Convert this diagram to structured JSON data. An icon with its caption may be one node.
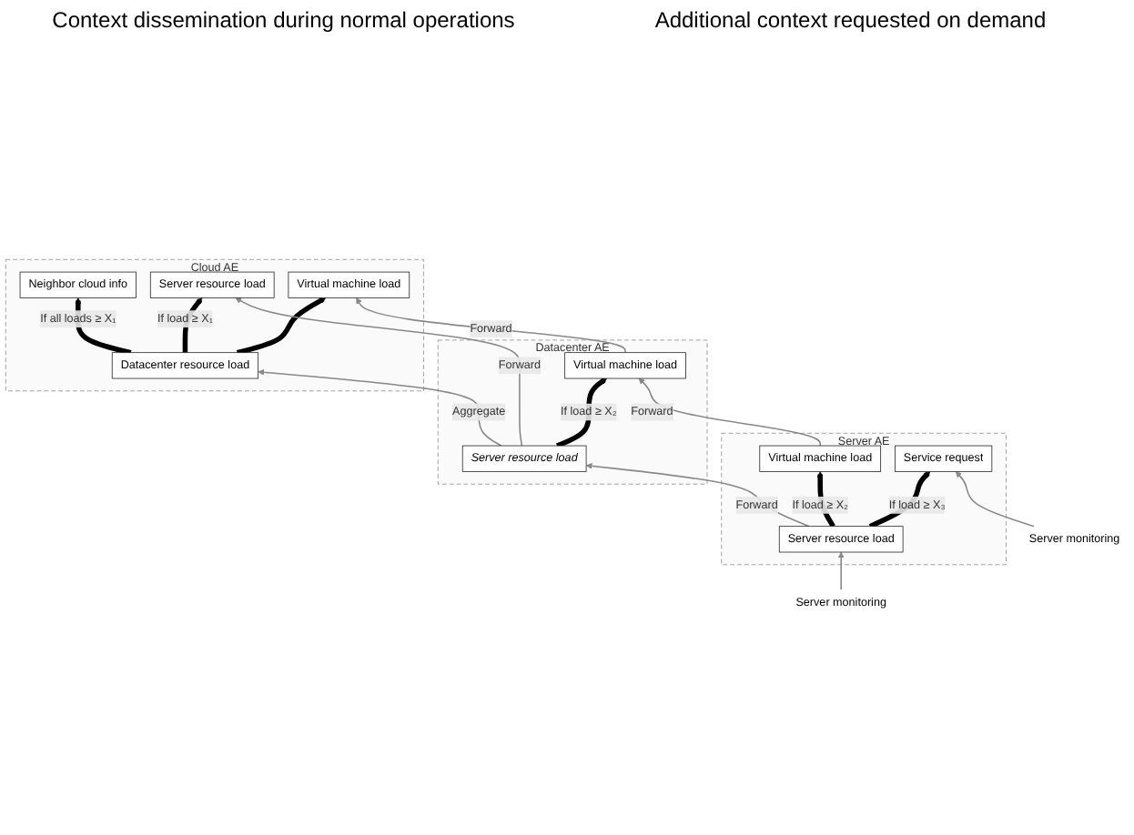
{
  "diagram": {
    "nodes": [
      {
        "text": [
          "Cloud AE"
        ]
      },
      {
        "text": [
          "Datacenter resource load"
        ],
        "in": 0
      },
      {
        "text": [
          "Neighbor cloud info"
        ],
        "in": 0
      },
      {
        "text": [
          "Server resource load"
        ],
        "in": 0
      },
      {
        "text": [
          "Virtual machine load"
        ],
        "in": 0
      },
      {
        "text": [
          "Datacenter AE"
        ]
      },
      {
        "text": [
          "Server resource load"
        ],
        "in": 5
      },
      {
        "text": [
          "Virtual machine load"
        ],
        "in": 5
      },
      {
        "text": [
          "Server AE"
        ]
      },
      {
        "text": [
          "Server resource load"
        ],
        "in": 8
      },
      {
        "text": [
          "Virtual machine load"
        ],
        "in": 8
      },
      {
        "text": [
          "Service request"
        ],
        "in": 8
      },
      {
        "text": [
          "Server monitoring"
        ]
      },
      {
        "text": [
          "Server monitoring"
        ]
      }
    ],
    "edges": [
      {
        "from": 1,
        "to": 2,
        "arrow": "to",
        "label": "If all loads ≥ X₁",
        "style": "thick",
        "color": "#000000"
      },
      {
        "from": 1,
        "to": 3,
        "arrow": "to",
        "label": "If load ≥ X₁",
        "style": "thick",
        "color": "#000000"
      },
      {
        "from": 1,
        "to": 4,
        "arrow": "to",
        "style": "thick",
        "color": "#000000"
      },
      {
        "from": 6,
        "to": 1,
        "arrow": "to",
        "label": "Aggregate"
      },
      {
        "from": 6,
        "to": 3,
        "arrow": "to",
        "label": "Forward"
      },
      {
        "from": 7,
        "to": 4,
        "arrow": "to",
        "label": "Forward"
      },
      {
        "from": 6,
        "to": 7,
        "arrow": "to",
        "label": "If load ≥ X₂",
        "style": "thick",
        "color": "#000000"
      },
      {
        "from": 9,
        "to": 6,
        "arrow": "to",
        "label": "Forward"
      },
      {
        "from": 10,
        "to": 7,
        "arrow": "to",
        "label": "Forward"
      },
      {
        "from": 9,
        "to": 10,
        "arrow": "to",
        "label": "If load ≥ X₂",
        "style": "thick",
        "color": "#000000"
      },
      {
        "from": 9,
        "to": 11,
        "arrow": "to",
        "label": "If load ≥ X₃",
        "style": "thick",
        "color": "#000000"
      },
      {
        "from": 12,
        "to": 9,
        "arrow": "to"
      },
      {
        "from": 13,
        "to": 11,
        "arrow": "to"
      }
    ],
    "labels": [
      "Context dissemination during normal operations",
      "Additional context requested on demand"
    ]
  }
}
